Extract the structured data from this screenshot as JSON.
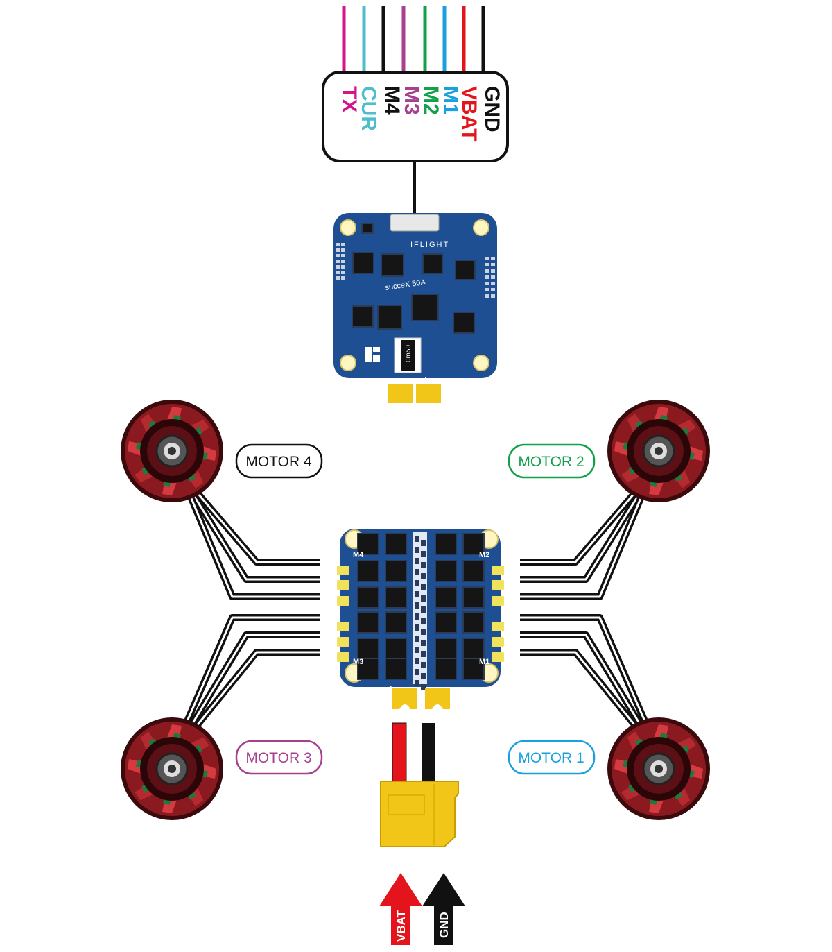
{
  "connector": {
    "pins": [
      {
        "label": "GND",
        "color": "#111111"
      },
      {
        "label": "VBAT",
        "color": "#e3141b"
      },
      {
        "label": "M1",
        "color": "#1aa0dc"
      },
      {
        "label": "M2",
        "color": "#12a04a"
      },
      {
        "label": "M3",
        "color": "#a6418f"
      },
      {
        "label": "M4",
        "color": "#111111"
      },
      {
        "label": "CUR",
        "color": "#4fbdcc"
      },
      {
        "label": "TX",
        "color": "#d6148a"
      }
    ]
  },
  "fc_board": {
    "brand": "IFLIGHT",
    "model": "succeX 50A",
    "shunt": "0m50",
    "pad_minus": "−",
    "pad_plus": "+",
    "color": "#1e4f93"
  },
  "esc_board": {
    "corner_labels": {
      "m1": "M1",
      "m2": "M2",
      "m3": "M3",
      "m4": "M4"
    },
    "pad_plus": "+",
    "color": "#1e4f93"
  },
  "motors": [
    {
      "id": "motor4",
      "label": "MOTOR 4",
      "color": "#111111"
    },
    {
      "id": "motor2",
      "label": "MOTOR 2",
      "color": "#12a04a"
    },
    {
      "id": "motor3",
      "label": "MOTOR 3",
      "color": "#a6418f"
    },
    {
      "id": "motor1",
      "label": "MOTOR 1",
      "color": "#1aa0dc"
    }
  ],
  "power_arrows": [
    {
      "label": "VBAT",
      "color": "#e3141b"
    },
    {
      "label": "GND",
      "color": "#111111"
    }
  ],
  "battery_connector": {
    "color": "#f2c618"
  }
}
